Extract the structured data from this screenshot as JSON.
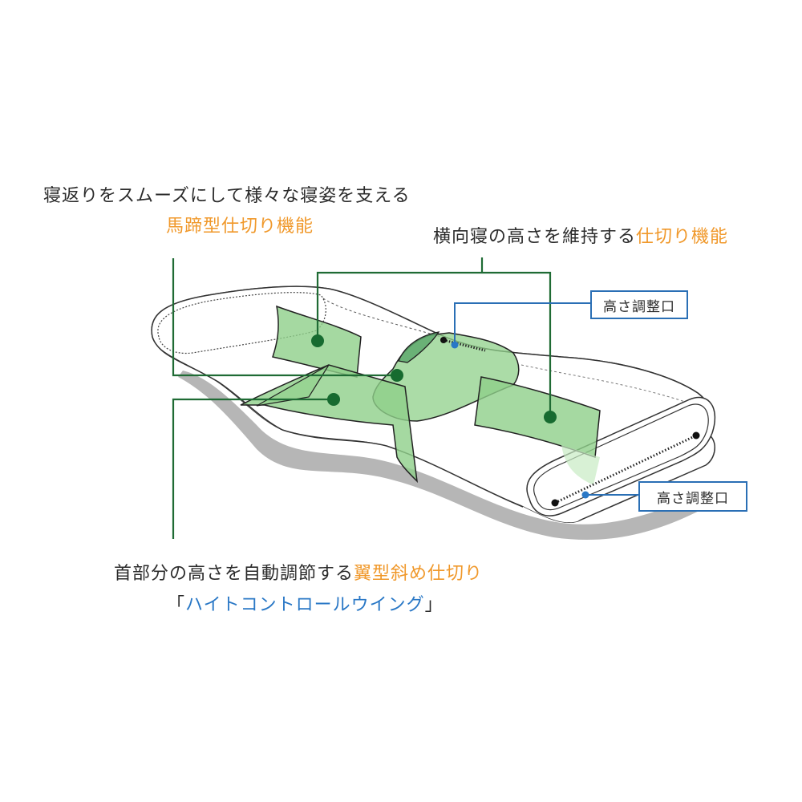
{
  "colors": {
    "text": "#2b2b2b",
    "accent_orange": "#f0982a",
    "accent_blue": "#2a78c6",
    "leader_green": "#1f6b34",
    "leader_blue": "#2a6fb5",
    "partition_fill": "#8fd08a",
    "partition_dot": "#176b30",
    "shadow": "#a9a9a9"
  },
  "callouts": {
    "horseshoe": {
      "line1": "寝返りをスムーズにして様々な寝姿を支える",
      "line2": "馬蹄型仕切り機能"
    },
    "side_sleep": {
      "prefix": "横向寝の高さを維持する",
      "highlight": "仕切り機能"
    },
    "wing": {
      "prefix": "首部分の高さを自動調節する",
      "highlight": "翼型斜め仕切り",
      "bracket_open": "「",
      "name": "ハイトコントロールウイング",
      "bracket_close": "」"
    },
    "height_port_top": {
      "label": "高さ調整口"
    },
    "height_port_bottom": {
      "label": "高さ調整口"
    }
  }
}
